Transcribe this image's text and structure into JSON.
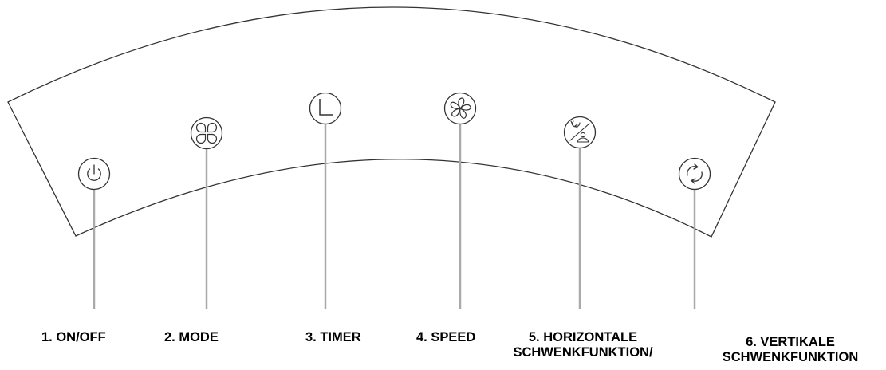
{
  "panel": {
    "buttons": [
      {
        "number": "1.",
        "name": "ON/OFF",
        "icon": "power-icon"
      },
      {
        "number": "2.",
        "name": "MODE",
        "icon": "mode-icon"
      },
      {
        "number": "3.",
        "name": "TIMER",
        "icon": "timer-icon"
      },
      {
        "number": "4.",
        "name": "SPEED",
        "icon": "fan-speed-icon"
      },
      {
        "number": "5.",
        "name": "HORIZONTALE",
        "line2": "SCHWENKFUNKTION/",
        "icon": "horizontal-swing-icon"
      },
      {
        "number": "6.",
        "name": "VERTIKALE",
        "line2": "SCHWENKFUNKTION",
        "icon": "vertical-swing-icon"
      }
    ]
  },
  "labels": {
    "l1": "1. ON/OFF",
    "l2": "2. MODE",
    "l3": "3. TIMER",
    "l4": "4. SPEED",
    "l5a": "5. HORIZONTALE",
    "l5b": "SCHWENKFUNKTION/",
    "l6a": "6. VERTIKALE",
    "l6b": "SCHWENKFUNKTION"
  },
  "colors": {
    "outline": "#333333",
    "leader": "#aaaaaa",
    "text": "#000000"
  }
}
